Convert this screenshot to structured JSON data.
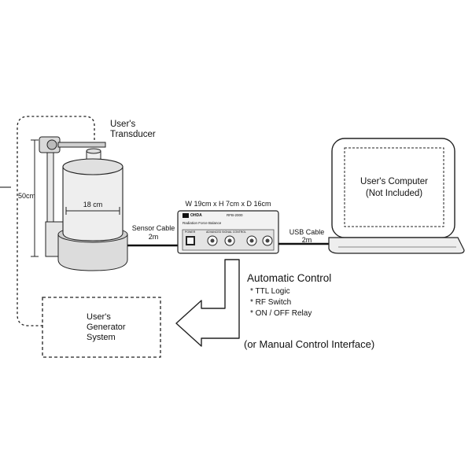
{
  "transducer": {
    "label_line1": "User's",
    "label_line2": "Transducer",
    "height_label": "50cm",
    "width_label": "18 cm"
  },
  "sensor_cable": {
    "line1": "Sensor Cable",
    "line2": "2m"
  },
  "device": {
    "dimensions": "W 19cm x H 7cm x D 16cm",
    "brand": "OHDA",
    "model": "RFB-2000",
    "subtitle": "Radiation Force Balance",
    "panel_label": "ADVANCED SIGNAL CONTROL",
    "power_label": "POWER"
  },
  "usb_cable": {
    "line1": "USB Cable",
    "line2": "2m"
  },
  "computer": {
    "line1": "User's Computer",
    "line2": "(Not Included)"
  },
  "control": {
    "title": "Automatic Control",
    "items": [
      "* TTL Logic",
      "* RF Switch",
      "* ON / OFF Relay"
    ],
    "manual": "(or Manual Control Interface)"
  },
  "generator": {
    "line1": "User's",
    "line2": "Generator",
    "line3": "System"
  }
}
